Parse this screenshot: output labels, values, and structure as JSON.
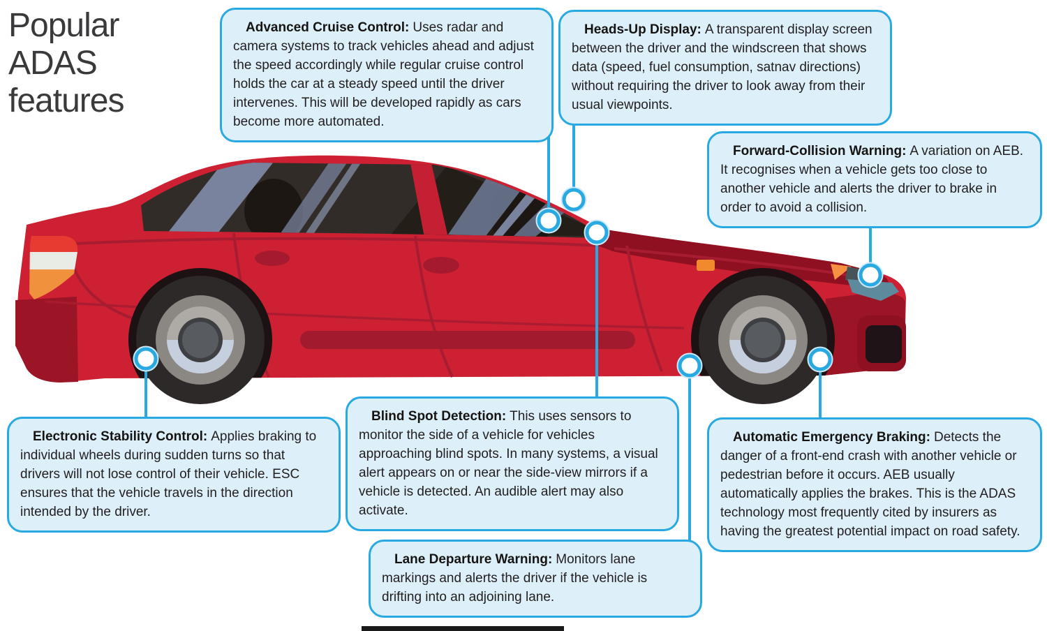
{
  "page": {
    "title": "Popular\nADAS\nfeatures",
    "background": "#ffffff"
  },
  "colors": {
    "connector": "#29a9e1",
    "connector_halo": "#cdeaf8",
    "callout_bg": "#ddf0fa",
    "callout_text": "#221e1f",
    "title_text": "#3a3a3c",
    "car_red": "#cd2133",
    "car_dark_red": "#9c1526",
    "car_maroon": "#8e1021",
    "glass_dark": "#322c28",
    "glass_streak": "#79839e",
    "taillight_orange": "#f0913e",
    "headlight_teal": "#5d8a9d"
  },
  "illustration": {
    "label": "red sedan car, side view, with ADAS sensor markers"
  },
  "callouts": [
    {
      "id": "advanced-cruise-control",
      "heading": "Advanced Cruise Control:",
      "body": "Uses radar and camera systems to track vehicles ahead and adjust the speed accordingly while regular cruise control holds the car at a steady speed until the driver intervenes. This will be developed rapidly as cars become more automated."
    },
    {
      "id": "heads-up-display",
      "heading": "Heads-Up Display:",
      "body": "A transparent display screen between the driver and the windscreen that shows data (speed, fuel consumption, satnav directions) without requiring the driver to look away from their usual viewpoints."
    },
    {
      "id": "forward-collision-warning",
      "heading": "Forward-Collision Warning:",
      "body": "A variation on AEB. It recognises when a vehicle gets too close to another vehicle and alerts the driver to brake in order to avoid a collision."
    },
    {
      "id": "electronic-stability-control",
      "heading": "Electronic Stability Control:",
      "body": "Applies braking to individual wheels during sudden turns so that drivers will not lose control of their vehicle. ESC ensures that the vehicle travels in the direction intended by the driver."
    },
    {
      "id": "blind-spot-detection",
      "heading": "Blind Spot Detection:",
      "body": "This uses sensors to monitor the side of a vehicle for vehicles approaching blind spots. In many systems, a visual alert appears on or near the side-view mirrors if a vehicle is detected. An audible alert may also activate."
    },
    {
      "id": "lane-departure-warning",
      "heading": "Lane Departure Warning:",
      "body": "Monitors lane markings and alerts the driver if the vehicle is drifting into an adjoining lane."
    },
    {
      "id": "automatic-emergency-braking",
      "heading": "Automatic Emergency Braking:",
      "body": "Detects the danger of a front-end crash with another vehicle or pedestrian before it occurs. AEB usually automatically applies the brakes. This is the ADAS technology most frequently cited by insurers as having the greatest potential impact on road safety."
    }
  ]
}
